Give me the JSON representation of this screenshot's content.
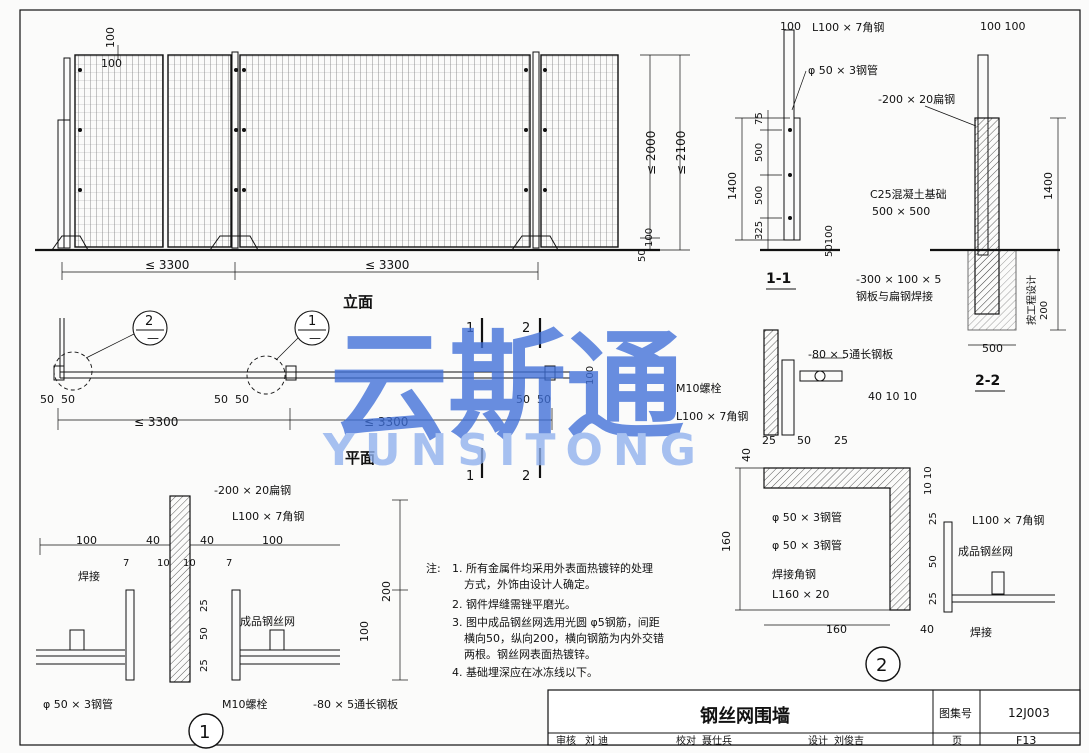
{
  "elevation": {
    "title": "立面",
    "dims": {
      "post_w": "100",
      "top_offset": "100",
      "span_1": "≤ 3300",
      "span_2": "≤ 3300",
      "height_panel": "≤ 2000",
      "height_total": "≤ 2100",
      "bottom_gap": "100",
      "base": "50"
    }
  },
  "plan": {
    "title": "平面",
    "callouts": [
      "2",
      "1"
    ],
    "callout_sub": "—",
    "section_marks": [
      "1",
      "2"
    ],
    "dims": {
      "a": "50",
      "b": "50",
      "span_1": "≤ 3300",
      "span_2": "≤ 3300",
      "depth": "100"
    }
  },
  "section11": {
    "title": "1-1",
    "labels": {
      "angle": "L100 × 7角钢",
      "pipe": "φ 50 × 3钢管"
    },
    "dims": {
      "top": "100",
      "d75": "75",
      "d500a": "500",
      "d500b": "500",
      "d325": "325",
      "h1400": "1400",
      "d50100": "50100"
    }
  },
  "section22": {
    "title": "2-2",
    "labels": {
      "flat": "-200 × 20扁钢",
      "concrete": "C25混凝土基础",
      "concrete_size": "500 × 500",
      "plate": "-300 × 100 × 5",
      "plate_weld": "钢板与扁钢焊接"
    },
    "dims": {
      "top": "100 100",
      "h1400": "1400",
      "d200": "200",
      "engineering": "按工程设计",
      "w500": "500"
    }
  },
  "detail2": {
    "number": "2",
    "labels": {
      "plate": "-80 × 5通长钢板",
      "bolt": "M10螺栓",
      "angle": "L100 × 7角钢",
      "pipe1": "φ 50 × 3钢管",
      "pipe2": "φ 50 × 3钢管",
      "weld_angle": "焊接角钢",
      "weld_angle_size": "L160 × 20",
      "angle_r": "L100 × 7角钢",
      "mesh": "成品钢丝网",
      "weld": "焊接"
    },
    "dims": {
      "d40_10_10": "40 10 10",
      "d25a": "25",
      "d50": "50",
      "d25b": "25",
      "d40": "40",
      "d10_10": "10 10",
      "d160v": "160",
      "d160h": "160",
      "d40b": "40"
    }
  },
  "detail1": {
    "number": "1",
    "labels": {
      "flat": "-200 × 20扁钢",
      "angle": "L100 × 7角钢",
      "weld": "焊接",
      "mesh": "成品钢丝网",
      "pipe": "φ 50 × 3钢管",
      "bolt": "M10螺栓",
      "plate": "-80 × 5通长钢板"
    },
    "dims": {
      "d100": "100",
      "d40": "40",
      "d10a": "10",
      "d10b": "10",
      "d7": "7",
      "d25": "25",
      "d50": "50",
      "d200": "200",
      "d100v": "100"
    }
  },
  "notes": {
    "heading": "注:",
    "lines": [
      "1. 所有金属件均采用外表面热镀锌的处理",
      "方式，外饰由设计人确定。",
      "2. 钢件焊缝需锉平磨光。",
      "3. 图中成品钢丝网选用光圆 φ5钢筋，间距",
      "横向50，纵向200，横向钢筋为内外交错",
      "两根。钢丝网表面热镀锌。",
      "4. 基础埋深应在冰冻线以下。"
    ]
  },
  "title_block": {
    "title": "钢丝网围墙",
    "atlas_label": "图集号",
    "atlas_no": "12J003",
    "review": "审核",
    "reviewer": "刘 迪",
    "check": "校对",
    "checker": "聂仕兵",
    "design": "设计",
    "designer": "刘俊吉",
    "page_label": "页",
    "page": "F13"
  },
  "watermark": {
    "cn": "云斯通",
    "en": "YUNSITONG"
  }
}
